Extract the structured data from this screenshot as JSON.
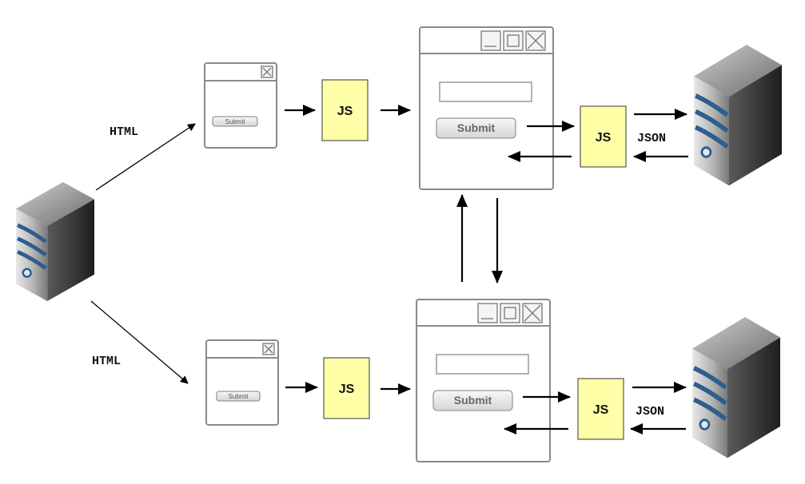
{
  "labels": {
    "html_top": "HTML",
    "html_bottom": "HTML",
    "js": "JS",
    "json": "JSON",
    "submit": "Submit"
  },
  "colors": {
    "js_box_fill": "#ffffa8",
    "server_stripe": "#2e5d8e",
    "window_border": "#8a8a8a"
  },
  "icons": [
    "server-icon",
    "minimize-icon",
    "maximize-icon",
    "close-icon"
  ]
}
